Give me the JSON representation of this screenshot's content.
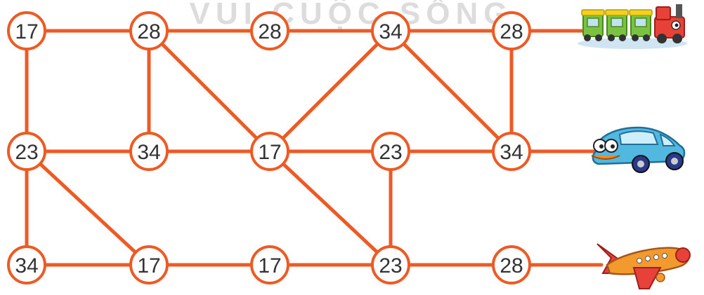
{
  "watermark": "VUI CUỘC SỐNG",
  "colors": {
    "edge": "#ee5a24",
    "node_border": "#ee5a24",
    "node_fill": "#ffffff",
    "text": "#333333"
  },
  "nodes": [
    {
      "id": "r1c1",
      "label": "17"
    },
    {
      "id": "r1c2",
      "label": "28"
    },
    {
      "id": "r1c3",
      "label": "28"
    },
    {
      "id": "r1c4",
      "label": "34"
    },
    {
      "id": "r1c5",
      "label": "28"
    },
    {
      "id": "r2c1",
      "label": "23"
    },
    {
      "id": "r2c2",
      "label": "34"
    },
    {
      "id": "r2c3",
      "label": "17"
    },
    {
      "id": "r2c4",
      "label": "23"
    },
    {
      "id": "r2c5",
      "label": "34"
    },
    {
      "id": "r3c1",
      "label": "34"
    },
    {
      "id": "r3c2",
      "label": "17"
    },
    {
      "id": "r3c3",
      "label": "17"
    },
    {
      "id": "r3c4",
      "label": "23"
    },
    {
      "id": "r3c5",
      "label": "28"
    }
  ],
  "edges": [
    [
      "r1c1",
      "r1c2"
    ],
    [
      "r1c2",
      "r1c3"
    ],
    [
      "r1c3",
      "r1c4"
    ],
    [
      "r1c4",
      "r1c5"
    ],
    [
      "r1c5",
      "train"
    ],
    [
      "r2c1",
      "r2c2"
    ],
    [
      "r2c2",
      "r2c3"
    ],
    [
      "r2c3",
      "r2c4"
    ],
    [
      "r2c4",
      "r2c5"
    ],
    [
      "r2c5",
      "car"
    ],
    [
      "r3c1",
      "r3c2"
    ],
    [
      "r3c2",
      "r3c3"
    ],
    [
      "r3c3",
      "r3c4"
    ],
    [
      "r3c4",
      "r3c5"
    ],
    [
      "r3c5",
      "plane"
    ],
    [
      "r1c1",
      "r2c1"
    ],
    [
      "r2c1",
      "r3c1"
    ],
    [
      "r1c2",
      "r2c2"
    ],
    [
      "r1c5",
      "r2c5"
    ],
    [
      "r2c4",
      "r3c4"
    ],
    [
      "r1c2",
      "r2c3"
    ],
    [
      "r1c4",
      "r2c3"
    ],
    [
      "r1c4",
      "r2c5"
    ],
    [
      "r2c1",
      "r3c2"
    ],
    [
      "r2c3",
      "r3c4"
    ]
  ],
  "vehicles": [
    {
      "id": "train",
      "icon": "train-icon"
    },
    {
      "id": "car",
      "icon": "car-icon"
    },
    {
      "id": "plane",
      "icon": "airplane-icon"
    }
  ]
}
